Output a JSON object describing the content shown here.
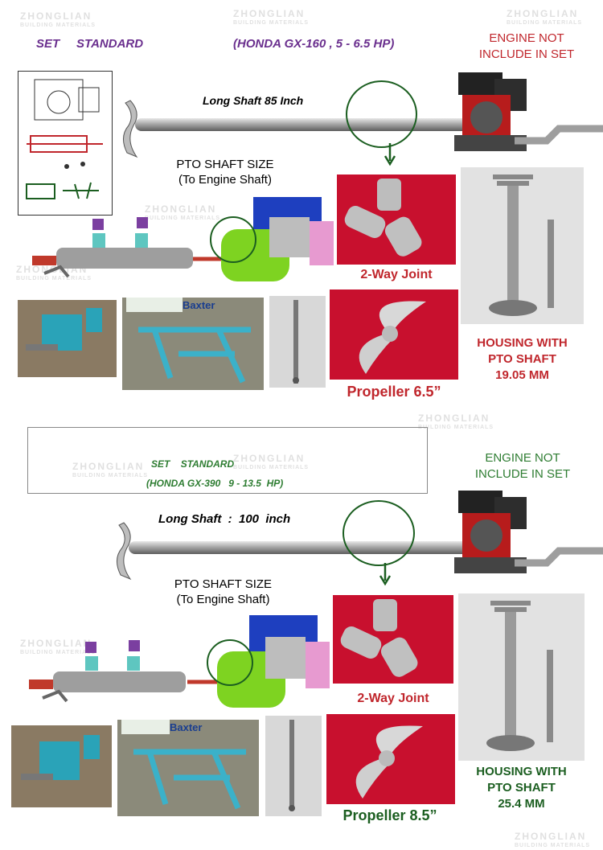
{
  "watermark": {
    "name": "ZHONGLIAN",
    "sub": "BUILDING MATERIALS"
  },
  "set1": {
    "set_label": "SET",
    "set_type": "STANDARD",
    "engine_model": "(HONDA GX-160 , 5 - 6.5 HP)",
    "engine_note_1": "ENGINE NOT",
    "engine_note_2": "INCLUDE IN SET",
    "shaft_label": "Long Shaft 85 Inch",
    "pto_label_1": "PTO SHAFT SIZE",
    "pto_label_2": "(To Engine Shaft)",
    "joint_label": "2-Way Joint",
    "propeller_label": "Propeller 6.5”",
    "housing_1": "HOUSING WITH",
    "housing_2": "PTO SHAFT",
    "housing_3": "19.05 MM",
    "box_brand": "Baxter"
  },
  "set2": {
    "set_label": "SET",
    "set_type": "STANDARD",
    "engine_model": "(HONDA GX-390   9 - 13.5  HP)",
    "engine_note_1": "ENGINE NOT",
    "engine_note_2": "INCLUDE IN SET",
    "shaft_label": "Long Shaft  :  100  inch",
    "pto_label_1": "PTO SHAFT SIZE",
    "pto_label_2": "(To Engine Shaft)",
    "joint_label": "2-Way Joint",
    "propeller_label": "Propeller 8.5”",
    "housing_1": "HOUSING WITH",
    "housing_2": "PTO SHAFT",
    "housing_3": "25.4 MM",
    "box_brand": "Baxter"
  },
  "colors": {
    "purple": "#6a2f8e",
    "red": "#c0262c",
    "green": "#2e7d32",
    "darkgreen": "#1b5e20"
  }
}
